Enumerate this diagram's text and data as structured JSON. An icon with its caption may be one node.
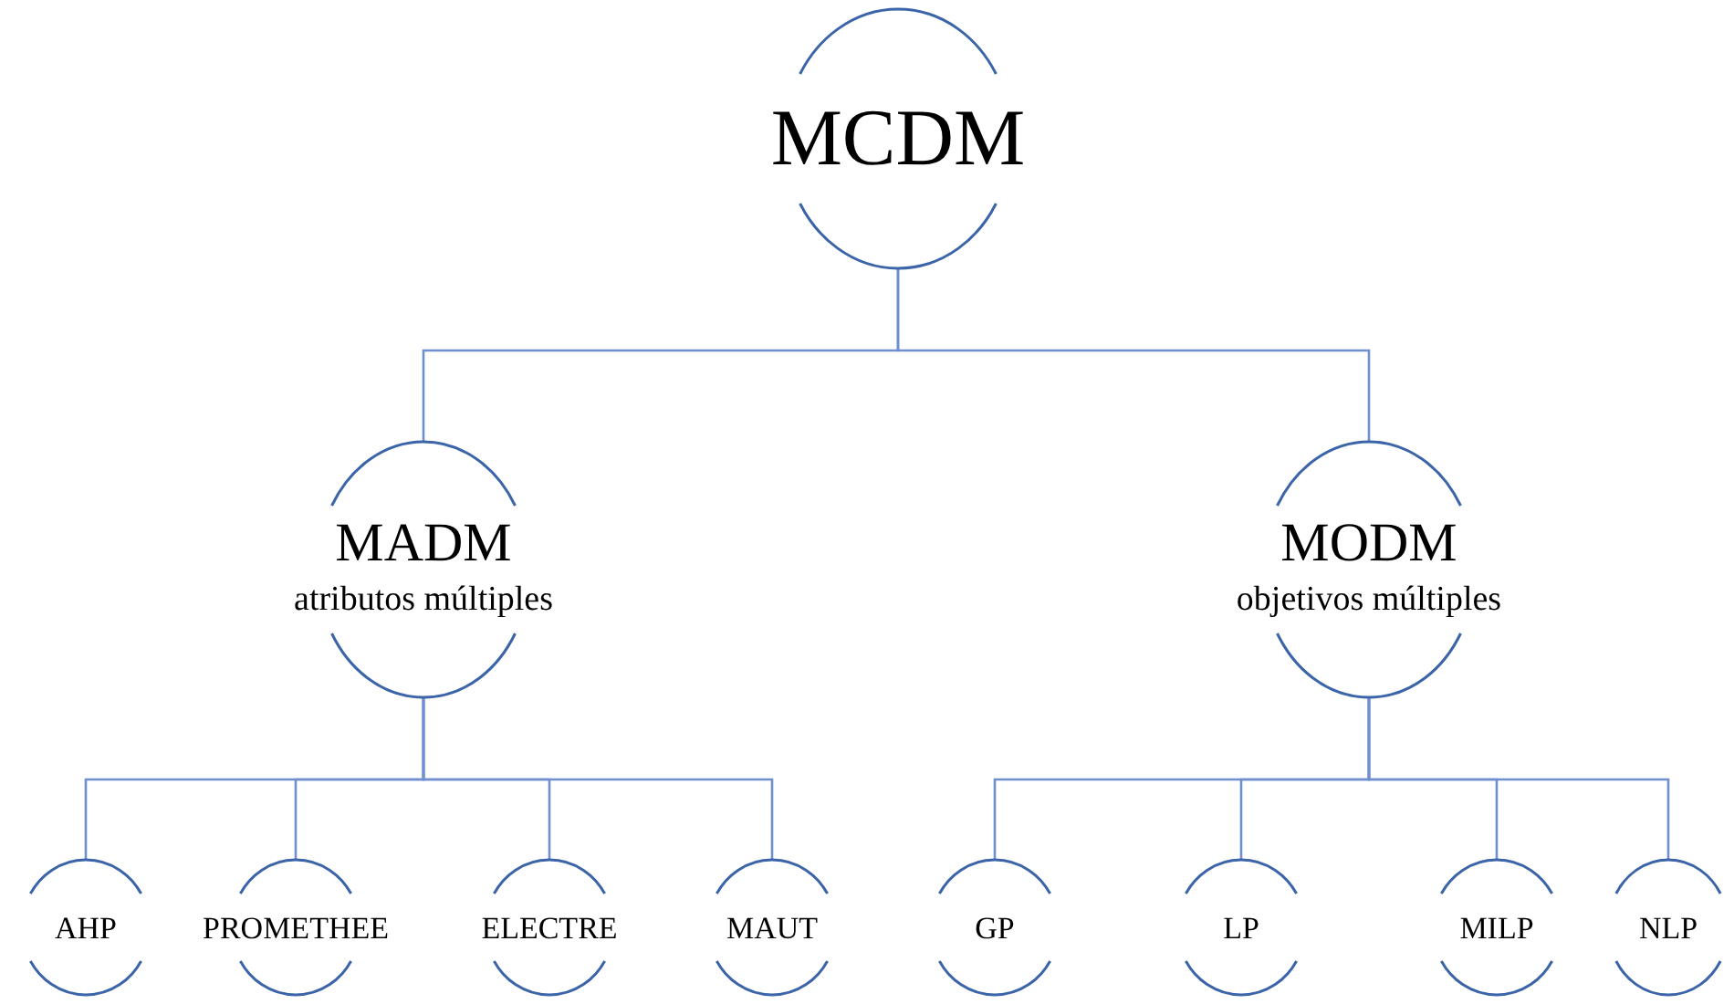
{
  "diagram": {
    "nodes": [
      {
        "text": [
          "MCDM"
        ]
      },
      {
        "text": [
          "MADM",
          "atributos múltiples"
        ]
      },
      {
        "text": [
          "MODM",
          "objetivos múltiples"
        ]
      },
      {
        "text": [
          "AHP"
        ]
      },
      {
        "text": [
          "PROMETHEE"
        ]
      },
      {
        "text": [
          "ELECTRE"
        ]
      },
      {
        "text": [
          "MAUT"
        ]
      },
      {
        "text": [
          "GP"
        ]
      },
      {
        "text": [
          "LP"
        ]
      },
      {
        "text": [
          "MILP"
        ]
      },
      {
        "text": [
          "NLP"
        ]
      }
    ],
    "edges": [
      {
        "from": 0,
        "to": 1,
        "arrow": "none"
      },
      {
        "from": 0,
        "to": 2,
        "arrow": "none"
      },
      {
        "from": 1,
        "to": 3,
        "arrow": "none"
      },
      {
        "from": 1,
        "to": 4,
        "arrow": "none"
      },
      {
        "from": 1,
        "to": 5,
        "arrow": "none"
      },
      {
        "from": 1,
        "to": 6,
        "arrow": "none"
      },
      {
        "from": 2,
        "to": 7,
        "arrow": "none"
      },
      {
        "from": 2,
        "to": 8,
        "arrow": "none"
      },
      {
        "from": 2,
        "to": 9,
        "arrow": "none"
      },
      {
        "from": 2,
        "to": 10,
        "arrow": "none"
      }
    ]
  }
}
